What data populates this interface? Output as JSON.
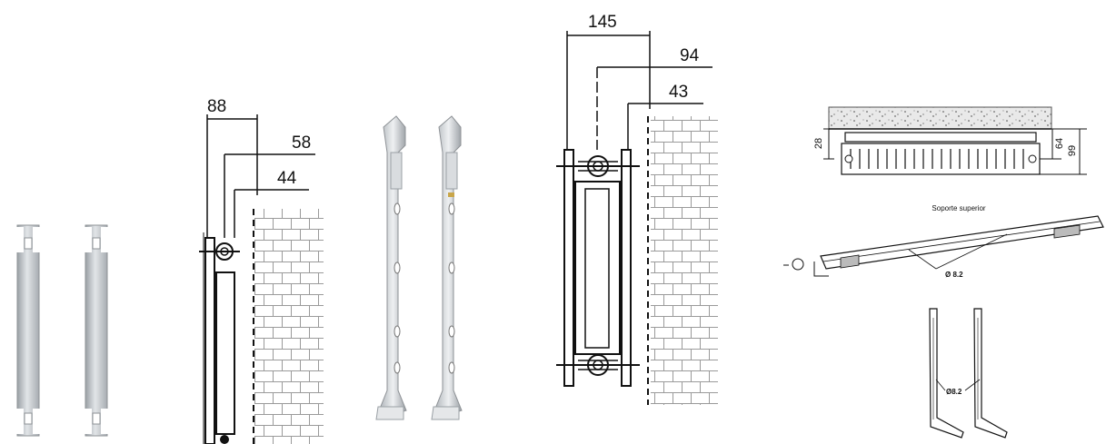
{
  "diagram1": {
    "dim_outer": "88",
    "dim_mid": "58",
    "dim_inner": "44"
  },
  "diagram2": {
    "dim_outer": "145",
    "dim_mid": "94",
    "dim_inner": "43"
  },
  "detail": {
    "dim_28": "28",
    "dim_64": "64",
    "dim_99": "99",
    "top_support_label": "Soporte superior",
    "hole_diameter_top": "Ø 8.2",
    "hole_diameter_bottom": "Ø8.2"
  },
  "colors": {
    "steel": "#c9ccd0",
    "steel_dark": "#8e9296",
    "line": "#111111",
    "brick": "#9a9a9a"
  }
}
